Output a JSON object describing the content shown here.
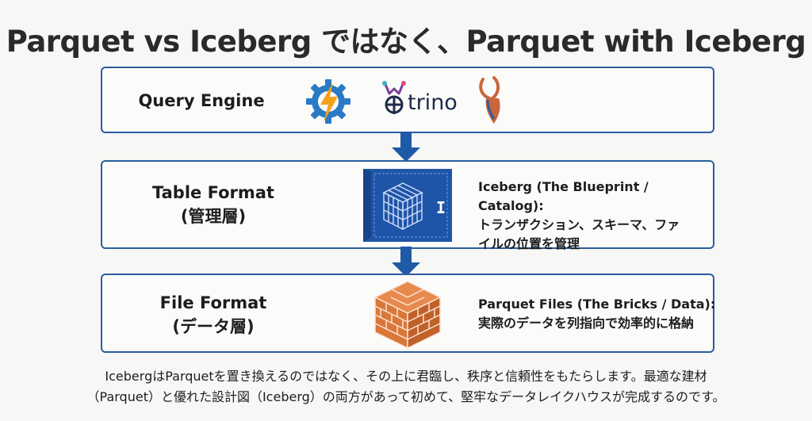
{
  "title": "Parquet vs Iceberg ではなく、Parquet with Iceberg",
  "layers": {
    "query": {
      "label": "Query Engine",
      "logos": [
        "gear-lightning-icon",
        "trino-logo",
        "antelope-icon"
      ],
      "trino_text": "trino"
    },
    "table": {
      "label_line1": "Table Format",
      "label_line2": "(管理層)",
      "desc_line1": "Iceberg (The Blueprint / Catalog):",
      "desc_line2": "トランザクション、スキーマ、ファ",
      "desc_line3": "イルの位置を管理",
      "blueprint_letter": "I"
    },
    "file": {
      "label_line1": "File Format",
      "label_line2": "(データ層)",
      "desc_line1": "Parquet Files (The Bricks / Data):",
      "desc_line2": "実際のデータを列指向で効率的に格納"
    }
  },
  "footer": {
    "line1": "IcebergはParquetを置き換えるのではなく、その上に君臨し、秩序と信頼性をもたらします。最適な建材",
    "line2": "（Parquet）と優れた設計図（Iceberg）の両方があって初めて、堅牢なデータレイクハウスが完成するのです。"
  },
  "colors": {
    "border": "#2b5d9e",
    "arrow": "#1f5aa6",
    "blueprint": "#1f55a8",
    "brick": "#d9773a",
    "gear": "#2a7bc4",
    "lightning": "#f4a21b"
  }
}
